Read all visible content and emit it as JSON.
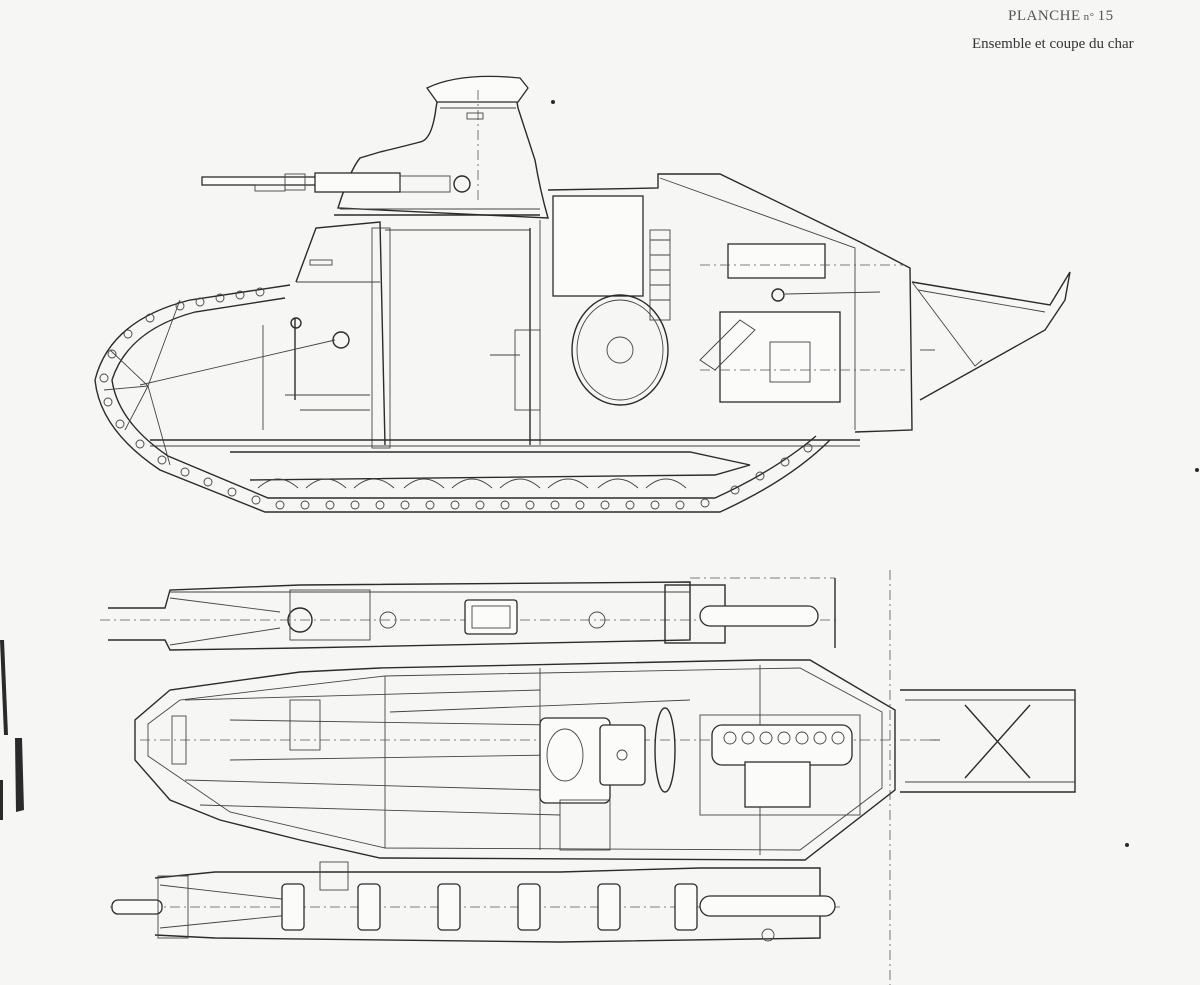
{
  "plate": {
    "label": "PLANCHE",
    "number_prefix": "n°",
    "number": "15",
    "title": "Ensemble et coupe du char"
  },
  "views": [
    {
      "id": "side-section",
      "description": "Longitudinal section (side elevation) of the tank with turret, machine gun, engine and tracks"
    },
    {
      "id": "top-track-plan",
      "description": "Plan view of upper track frame"
    },
    {
      "id": "hull-plan",
      "description": "Plan view / horizontal section of hull with engine, transmission and tail skid"
    },
    {
      "id": "bottom-track-plan",
      "description": "Plan view of lower track frame with suspension springs"
    }
  ],
  "colors": {
    "paper": "#f6f6f4",
    "ink": "#2b2b2b"
  }
}
